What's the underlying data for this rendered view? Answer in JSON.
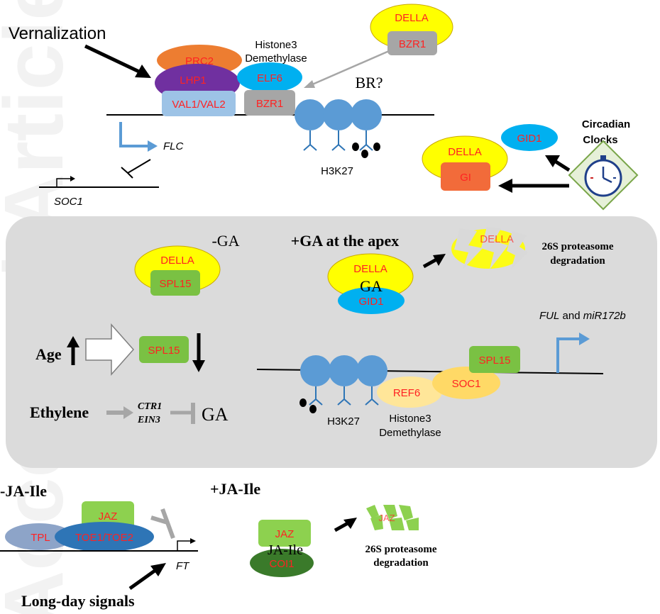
{
  "watermark": "Accepted Article",
  "colors": {
    "della": "#ffff00",
    "prc2": "#ed7d31",
    "lhp1": "#7030a0",
    "val": "#9dc3e6",
    "bzr1": "#a6a6a6",
    "elf6": "#00b0f0",
    "gid1": "#00b0f0",
    "gi": "#f26b3a",
    "spl15": "#7ac143",
    "ref6": "#ffe699",
    "soc1_protein": "#ffd966",
    "jaz": "#8dd14f",
    "coi1": "#3a7a2a",
    "tpl": "#8da4c8",
    "toe": "#2e75b6",
    "nucleosome": "#5b9bd5",
    "panel": "#d9d9d9",
    "label_red": "#ff0000"
  },
  "top": {
    "vernalization": "Vernalization",
    "prc2": "PRC2",
    "lhp1": "LHP1",
    "val": "VAL1/VAL2",
    "histone_demethylase_line1": "Histone3",
    "histone_demethylase_line2": "Demethylase",
    "elf6": "ELF6",
    "bzr1": "BZR1",
    "della": "DELLA",
    "bzr1_della": "BZR1",
    "br": "BR?",
    "flc": "FLC",
    "soc1": "SOC1",
    "h3k27": "H3K27",
    "gid1": "GID1",
    "gi_della": "DELLA",
    "gi": "GI",
    "circadian_line1": "Circadian",
    "circadian_line2": "Clocks"
  },
  "middle": {
    "minus_ga": "-GA",
    "plus_ga": "+GA at the apex",
    "della_a": "DELLA",
    "spl15_a": "SPL15",
    "della_b": "DELLA",
    "ga": "GA",
    "gid1": "GID1",
    "degraded_della": "DELLA",
    "proteasome_line1": "26S proteasome",
    "proteasome_line2": "degradation",
    "age": "Age",
    "spl15_b": "SPL15",
    "ethylene": "Ethylene",
    "ctr1": "CTR1",
    "ein3": "EIN3",
    "ga_inhibited": "GA",
    "ful_target_1": "FUL",
    "ful_target_2": " and ",
    "ful_target_3": "miR172b",
    "spl15_c": "SPL15",
    "soc1": "SOC1",
    "ref6": "REF6",
    "h3k27": "H3K27",
    "demethylase_line1": "Histone3",
    "demethylase_line2": "Demethylase"
  },
  "bottom": {
    "minus_ja": "-JA-Ile",
    "plus_ja": "+JA-Ile",
    "jaz_a": "JAZ",
    "tpl": "TPL",
    "toe": "TOE1/TOE2",
    "ft": "FT",
    "long_day": "Long-day signals",
    "jaz_b": "JAZ",
    "ja_ile": "JA-Ile",
    "coi1": "COI1",
    "degraded_jaz": "JAZ",
    "proteasome_line1": "26S proteasome",
    "proteasome_line2": "degradation"
  }
}
